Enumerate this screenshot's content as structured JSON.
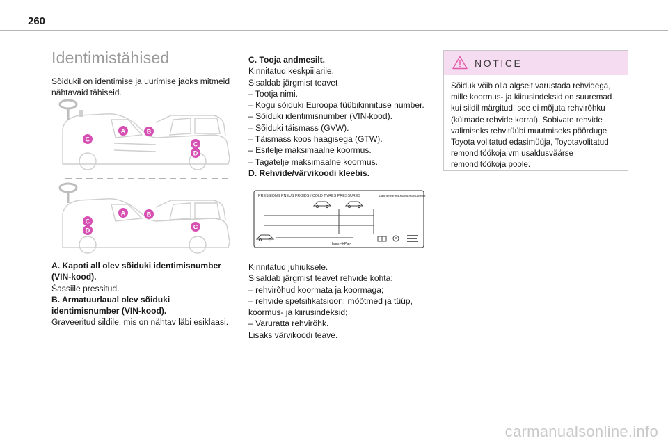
{
  "page": {
    "number": "260"
  },
  "section": {
    "title": "Identimistähised",
    "intro": "Sõidukil on identimise ja uurimise jaoks mitmeid nähtavaid tähiseid."
  },
  "markers": {
    "upper_van": [
      "A",
      "B",
      "C",
      "C",
      "D"
    ],
    "lower_van": [
      "A",
      "B",
      "C",
      "D",
      "C"
    ]
  },
  "items": {
    "a_title": "A. Kapoti all olev sõiduki identimisnumber (VIN-kood).",
    "a_text": "Šassiile pressitud.",
    "b_title": "B. Armatuurlaual olev sõiduki identimisnumber (VIN-kood).",
    "b_text": "Graveeritud sildile, mis on nähtav läbi esiklaasi.",
    "c_title": "C. Tooja andmesilt.",
    "c_lines": [
      "Kinnitatud keskpiilarile.",
      "Sisaldab järgmist teavet",
      "– Tootja nimi.",
      "– Kogu sõiduki Euroopa tüübikinnituse number.",
      "– Sõiduki identimisnumber (VIN-kood).",
      "– Sõiduki täismass (GVW).",
      "– Täismass koos haagisega (GTW).",
      "– Esitelje maksimaalne koormus.",
      "– Tagatelje maksimaalne koormus."
    ],
    "d_title": "D. Rehvide/värvikoodi kleebis.",
    "d_lines": [
      "Kinnitatud juhiuksele.",
      "Sisaldab järgmist teavet rehvide kohta:",
      "– rehvirõhud koormata ja koormaga;",
      "– rehvide spetsifikatsioon: mõõtmed ja tüüp, koormus- ja kiirusindeksid;",
      "– Varuratta rehvirõhk.",
      "Lisaks värvikoodi teave."
    ]
  },
  "tyre_label": {
    "header": "PRESSIONS PNEUS FROIDS / COLD TYRES PRESSURES",
    "header_cyrillic": "давление на холодных шинах",
    "units": "bars  <kPa>"
  },
  "notice": {
    "title": "NOTICE",
    "text": "Sõiduk võib olla algselt varustada rehvidega, mille koormus- ja kiirusindeksid on suuremad kui sildil märgitud; see ei mõjuta rehvirõhku (külmade rehvide korral). Sobivate rehvide valimiseks rehvitüübi muutmiseks pöörduge Toyota volitatud edasimüüja, Toyotavolitatud remonditöökoja vm usaldusväärse remonditöökoja poole."
  },
  "watermark": "carmanualsonline.info",
  "colors": {
    "marker": "#d64fb3",
    "notice_header": "#f6dcf0",
    "title_gray": "#9a9a9a"
  }
}
